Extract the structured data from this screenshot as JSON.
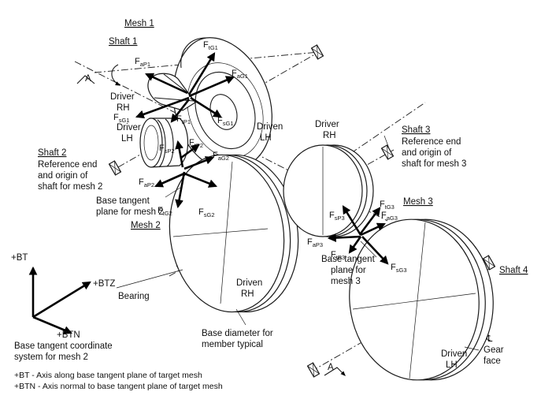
{
  "mesh": {
    "m1": "Mesh 1",
    "m2": "Mesh 2",
    "m3": "Mesh 3"
  },
  "shaft": {
    "s1": "Shaft 1",
    "s2": "Shaft 2",
    "s3": "Shaft 3",
    "s4": "Shaft 4"
  },
  "section": {
    "a_top": "A",
    "a_bottom": "A"
  },
  "gear": {
    "driver_rh_1": [
      "Driver",
      "RH"
    ],
    "driver_lh_1": [
      "Driver",
      "LH"
    ],
    "driven_lh_1": [
      "Driven",
      "LH"
    ],
    "driven_rh_2": [
      "Driven",
      "RH"
    ],
    "driver_rh_3": [
      "Driver",
      "RH"
    ],
    "driven_lh_4": [
      "Driven",
      "LH"
    ]
  },
  "notes": {
    "ref_mesh2": [
      "Reference end",
      "and origin of",
      "shaft for mesh 2"
    ],
    "ref_mesh3": [
      "Reference end",
      "and origin of",
      "shaft for mesh 3"
    ],
    "btp_mesh2": [
      "Base tangent",
      "plane for mesh 2"
    ],
    "btp_mesh3": [
      "Base tangent",
      "plane for",
      "mesh 3"
    ],
    "bearing": "Bearing",
    "base_dia": [
      "Base diameter for",
      "member typical"
    ],
    "centerline": "℄",
    "gear_face": [
      "Gear",
      "face"
    ]
  },
  "coords": {
    "bt": "+BT",
    "btz": "+BTZ",
    "btn": "+BTN",
    "caption": [
      "Base tangent coordinate",
      "system for mesh 2"
    ]
  },
  "legend": [
    "+BT - Axis along base tangent plane of target mesh",
    "+BTN - Axis normal to base tangent plane of target mesh"
  ],
  "forces": {
    "fap1": {
      "main": "F",
      "sub": "aP1"
    },
    "ftg1": {
      "main": "F",
      "sub": "tG1"
    },
    "fag1": {
      "main": "F",
      "sub": "aG1"
    },
    "fsg1a": {
      "main": "F",
      "sub": "sG1"
    },
    "fsg1b": {
      "main": "F",
      "sub": "sG1"
    },
    "ftp1": {
      "main": "F",
      "sub": "tP1"
    },
    "fsp2": {
      "main": "F",
      "sub": "sP2"
    },
    "ftp2": {
      "main": "F",
      "sub": "tP2"
    },
    "fag2": {
      "main": "F",
      "sub": "aG2"
    },
    "fap2": {
      "main": "F",
      "sub": "aP2"
    },
    "ftg2": {
      "main": "F",
      "sub": "tG2"
    },
    "fsg2": {
      "main": "F",
      "sub": "sG2"
    },
    "ftg3": {
      "main": "F",
      "sub": "tG3"
    },
    "fag3": {
      "main": "F",
      "sub": "aG3"
    },
    "fsp3": {
      "main": "F",
      "sub": "sP3"
    },
    "fap3": {
      "main": "F",
      "sub": "aP3"
    },
    "ftp3": {
      "main": "F",
      "sub": "tP3"
    },
    "fsg3": {
      "main": "F",
      "sub": "sG3"
    }
  }
}
